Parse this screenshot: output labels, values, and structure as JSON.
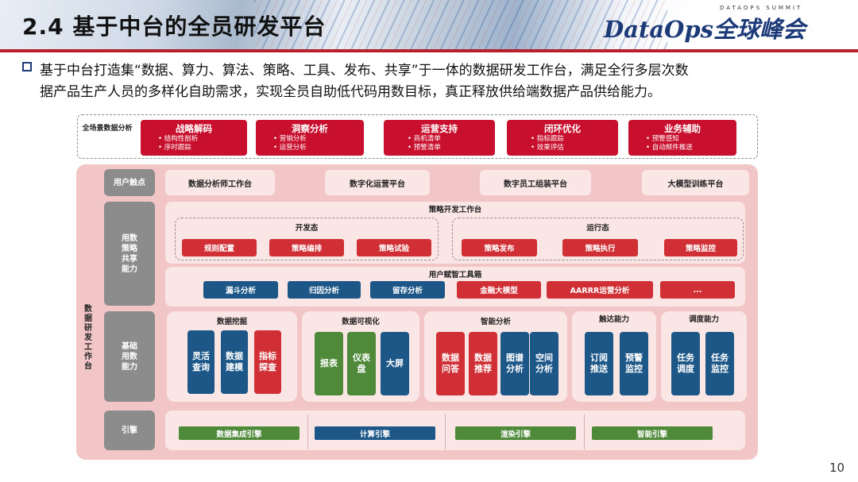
{
  "slide": {
    "title": "2.4 基于中台的全员研发平台",
    "brand": "DataOps全球峰会",
    "brand_top": "DATAOPS  SUMMIT",
    "page_number": "10"
  },
  "intro": {
    "line1": "基于中台打造集“数据、算力、算法、策略、工具、发布、共享”于一体的数据研发工作台，满足全行多层次数",
    "line2": "据产品生产人员的多样化自助需求，实现全员自助低代码用数目标，真正释放供给端数据产品供给能力。"
  },
  "top_row": {
    "label": "全场景数据分析",
    "boxes": [
      {
        "title": "战略解码",
        "items": [
          "结构性剖析",
          "序时跟踪"
        ]
      },
      {
        "title": "洞察分析",
        "items": [
          "营销分析",
          "运营分析"
        ]
      },
      {
        "title": "运营支持",
        "items": [
          "商机清单",
          "预警清单"
        ]
      },
      {
        "title": "闭环优化",
        "items": [
          "指标跟踪",
          "效果评估"
        ]
      },
      {
        "title": "业务辅助",
        "items": [
          "预警感知",
          "自动邮件推送"
        ]
      }
    ]
  },
  "side_label": "数据研发工作台",
  "rows": {
    "touch": {
      "label": "用户触点",
      "items": [
        "数据分析师工作台",
        "数字化运营平台",
        "数字员工组装平台",
        "大模型训练平台"
      ]
    },
    "strategy": {
      "label": "用数策略共享能力",
      "header": "策略开发工作台",
      "dev": {
        "title": "开发态",
        "items": [
          "规则配置",
          "策略编排",
          "策略试验"
        ]
      },
      "run": {
        "title": "运行态",
        "items": [
          "策略发布",
          "策略执行",
          "策略监控"
        ]
      },
      "toolbox": {
        "title": "用户赋智工具箱",
        "items": [
          "漏斗分析",
          "归因分析",
          "留存分析",
          "金融大模型",
          "AARRR运营分析",
          "..."
        ]
      }
    },
    "basic": {
      "label": "基础用数能力",
      "cards": [
        {
          "title": "数据挖掘",
          "items": [
            "灵活查询",
            "数据建模",
            "指标探查"
          ]
        },
        {
          "title": "数据可视化",
          "items": [
            "报表",
            "仪表盘",
            "大屏"
          ]
        },
        {
          "title": "智能分析",
          "items": [
            "数据问答",
            "数据推荐",
            "图谱分析",
            "空间分析"
          ]
        },
        {
          "title": "触达能力",
          "items": [
            "订阅推送",
            "预警监控"
          ]
        },
        {
          "title": "调度能力",
          "items": [
            "任务调度",
            "任务监控"
          ]
        }
      ]
    },
    "engine": {
      "label": "引擎",
      "items": [
        "数据集成引擎",
        "计算引擎",
        "渲染引擎",
        "智能引擎"
      ]
    }
  },
  "colors": {
    "red": "#c8102e",
    "blue": "#1c5788",
    "green": "#4e8a3a",
    "pink": "#f2c6c6",
    "gray": "#8c8c8c"
  }
}
